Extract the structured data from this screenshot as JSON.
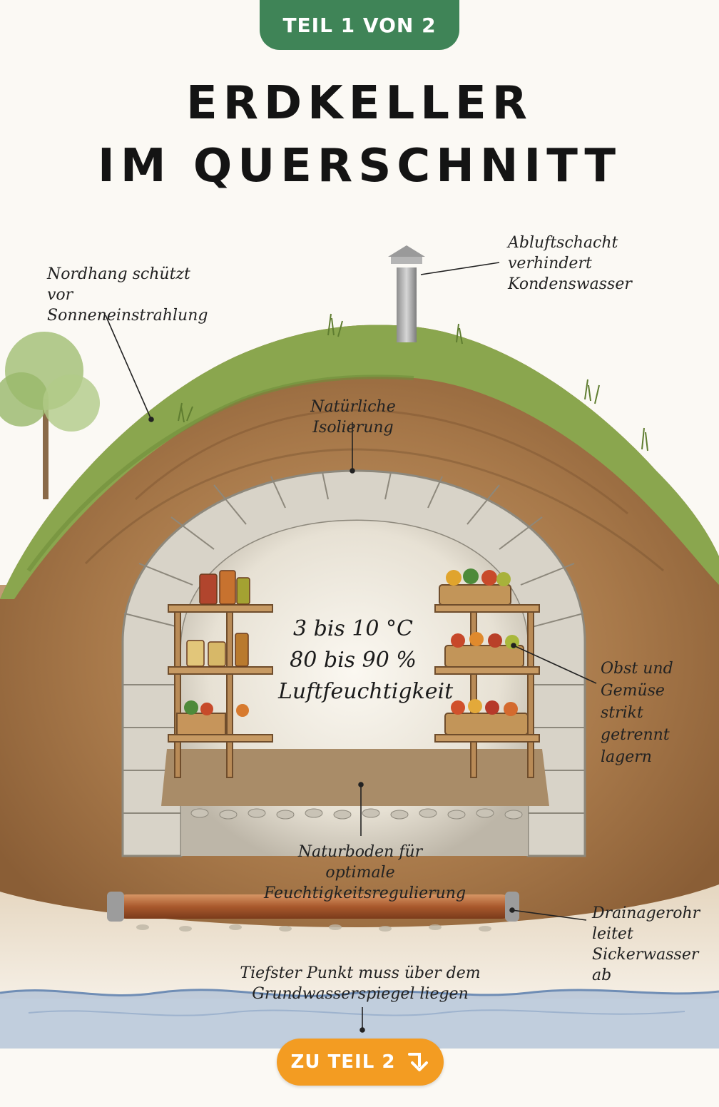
{
  "badge": "TEIL 1 VON 2",
  "title": {
    "line1": "ERDKELLER",
    "line2": "IM QUERSCHNITT"
  },
  "labels": {
    "nordhang": "Nordhang schützt vor Sonneneinstrahlung",
    "abluft": "Abluftschacht verhindert Kondenswasser",
    "isolierung": "Natürliche Isolierung",
    "klima_line1": "3 bis 10 °C",
    "klima_line2": "80 bis 90 %",
    "klima_line3": "Luftfeuchtigkeit",
    "obst": "Obst und Gemüse strikt getrennt lagern",
    "naturboden": "Naturboden für optimale Feuchtigkeitsregulierung",
    "drainage": "Drainagerohr leitet Sickerwasser ab",
    "grundwasser": "Tiefster Punkt muss über dem Grundwasserspiegel liegen"
  },
  "cta": {
    "label": "ZU TEIL 2",
    "icon": "arrow-down-right-icon"
  },
  "colors": {
    "badge": "#3f8457",
    "cta": "#f39c22",
    "grass": "#8aa64e",
    "soil": "#a87a4c",
    "stone": "#d8d3c8",
    "water": "#8fa8c8"
  }
}
